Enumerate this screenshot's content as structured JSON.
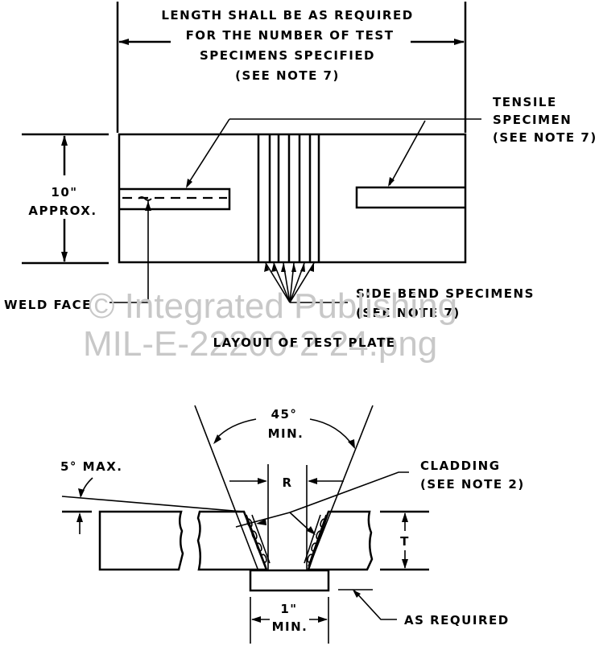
{
  "layout_plate": {
    "length_note": [
      "LENGTH SHALL BE AS REQUIRED",
      "FOR THE NUMBER OF TEST",
      "SPECIMENS SPECIFIED",
      "(SEE NOTE 7)"
    ],
    "height_dim": [
      "10\"",
      "APPROX."
    ],
    "tensile_label": [
      "TENSILE",
      "SPECIMEN",
      "(SEE NOTE 7)"
    ],
    "weld_face_label": "WELD FACE",
    "side_bend_label": [
      "SIDE BEND SPECIMENS",
      "(SEE NOTE 7)"
    ],
    "caption": "LAYOUT OF TEST PLATE"
  },
  "joint_detail": {
    "angle_label": [
      "45°",
      "MIN."
    ],
    "root_label": "R",
    "max_angle_label": "5° MAX.",
    "cladding_label": [
      "CLADDING",
      "(SEE NOTE 2)"
    ],
    "thickness_label": "T",
    "backing_width_label": [
      "1\"",
      "MIN."
    ],
    "backing_label": "AS REQUIRED"
  },
  "watermark": {
    "line1": "© Integrated Publishing",
    "line2": "MIL-E-22200-2 24.png"
  }
}
